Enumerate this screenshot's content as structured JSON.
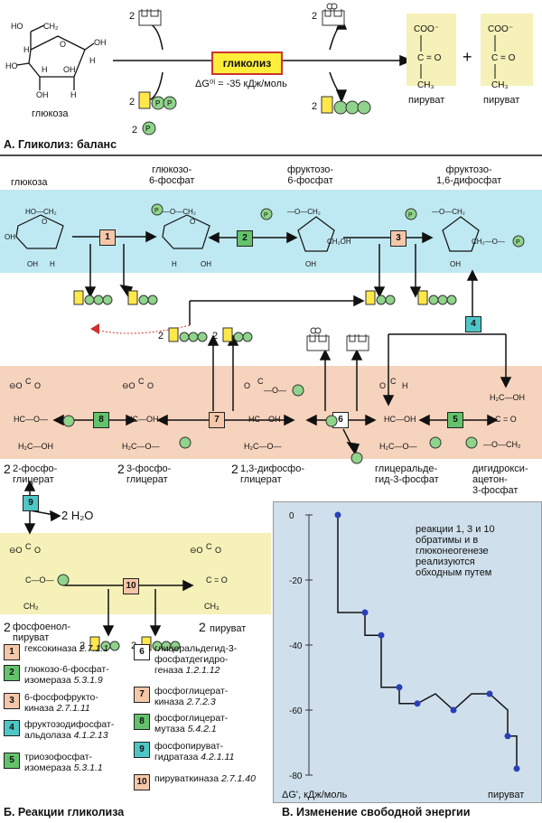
{
  "panelA": {
    "title": "А. Гликолиз: баланс",
    "glucose_label": "глюкоза",
    "process_label": "гликолиз",
    "delta_g": "ΔG⁰ˡ = -35 кДж/моль",
    "coef_nad": "2",
    "coef_nadh": "2",
    "coef_adp": "2",
    "coef_p": "2",
    "coef_atp": "2",
    "plus": "+",
    "pyruvate1": "пируват",
    "pyruvate2": "пируват"
  },
  "panelB": {
    "title": "Б. Реакции гликолиза",
    "metabolites": {
      "glucose": "глюкоза",
      "g6p": "глюкозо-\n6-фосфат",
      "f6p": "фруктозо-\n6-фосфат",
      "f16bp": "фруктозо-\n1,6-дифосфат",
      "pg2": "2-фосфо-\nглицерат",
      "pg3": "3-фосфо-\nглицерат",
      "bpg13": "1,3-дифосфо-\nглицерат",
      "gap": "глицеральде-\nгид-3-фосфат",
      "dhap": "дигидрокси-\nацетон-\n3-фосфат",
      "pep": "фосфоенол-\nпируват",
      "pyr": "пируват",
      "water": "2 H₂O"
    },
    "coef2": "2"
  },
  "legend": [
    {
      "num": "1",
      "name": "гексокиназа",
      "ec": "2.7.1.1",
      "color": "#f4c7a8"
    },
    {
      "num": "2",
      "name": "глюкозо-6-фосфат-\nизомераза",
      "ec": "5.3.1.9",
      "color": "#63c26b"
    },
    {
      "num": "3",
      "name": "6-фосфофрукто-\nкиназа",
      "ec": "2.7.1.11",
      "color": "#f4c7a8"
    },
    {
      "num": "4",
      "name": "фруктозодифосфат-\nальдолаза",
      "ec": "4.1.2.13",
      "color": "#4fc6c6"
    },
    {
      "num": "5",
      "name": "триозофосфат-\nизомераза",
      "ec": "5.3.1.1",
      "color": "#63c26b"
    },
    {
      "num": "6",
      "name": "глицеральдегид-3-\nфосфатдегидро-\nгеназа",
      "ec": "1.2.1.12",
      "color": "#ffffff"
    },
    {
      "num": "7",
      "name": "фосфоглицерат-\nкиназа",
      "ec": "2.7.2.3",
      "color": "#f4c7a8"
    },
    {
      "num": "8",
      "name": "фосфоглицерат-\nмутаза",
      "ec": "5.4.2.1",
      "color": "#63c26b"
    },
    {
      "num": "9",
      "name": "фосфопируват-\nгидратаза",
      "ec": "4.2.1.11",
      "color": "#4fc6c6"
    },
    {
      "num": "10",
      "name": "пируваткиназа",
      "ec": "2.7.1.40",
      "color": "#f4c7a8"
    }
  ],
  "panelC": {
    "title": "В. Изменение свободной энергии",
    "note": "реакции 1, 3 и 10\nобратимы и в\nглюконеогенезе\nреализуются\nобходным путем",
    "axis_label": "ΔG', кДж/моль",
    "ticks": [
      "0",
      "-20",
      "-40",
      "-60",
      "-80"
    ],
    "end_label": "пируват"
  },
  "colors": {
    "blue_band": "#bfe9f2",
    "orange_band": "#f6d3bd",
    "yellow_band": "#f5f1b8",
    "panelC_bg": "#cfe0ec",
    "atp_yellow": "#ffe94a",
    "phosphate_green": "#8fd48a"
  }
}
